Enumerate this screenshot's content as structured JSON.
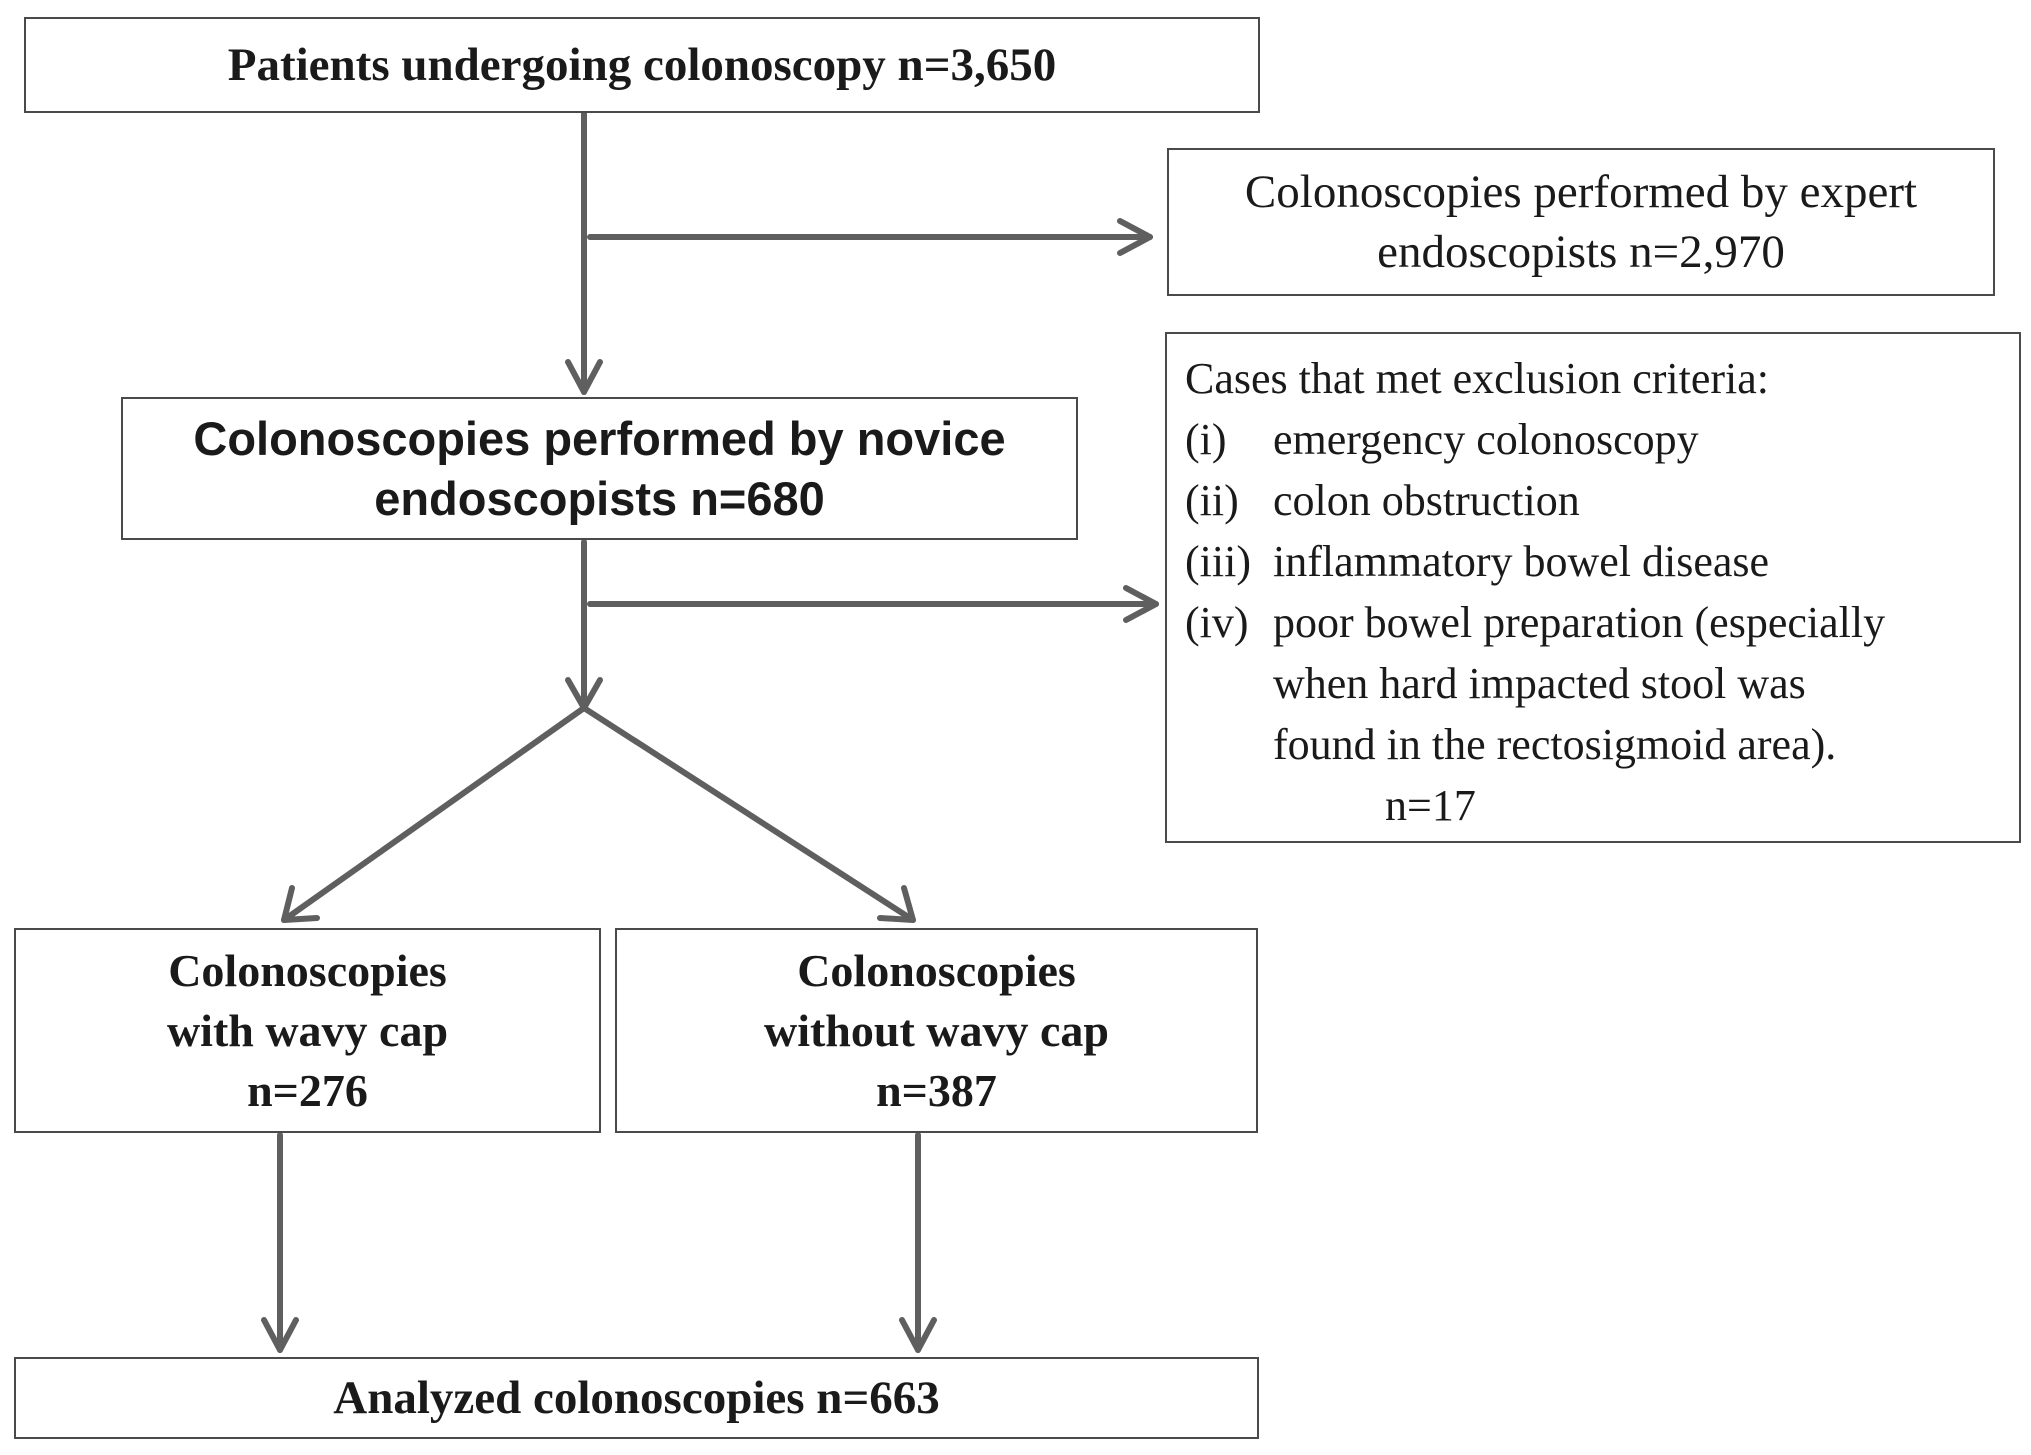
{
  "patients": {
    "text": "Patients undergoing colonoscopy n=3,650"
  },
  "expert": {
    "line1": "Colonoscopies performed by expert",
    "line2": "endoscopists n=2,970"
  },
  "novice": {
    "line1": "Colonoscopies performed by novice",
    "line2": "endoscopists n=680"
  },
  "exclusion": {
    "header": "Cases that met exclusion criteria:",
    "criteria": [
      {
        "num": "(i)",
        "text": "emergency colonoscopy"
      },
      {
        "num": "(ii)",
        "text": "colon obstruction"
      },
      {
        "num": "(iii)",
        "text": "inflammatory bowel disease"
      },
      {
        "num": "(iv)",
        "text": "poor bowel preparation (especially"
      }
    ],
    "continuation": [
      "when hard impacted stool was",
      "found in the rectosigmoid area)."
    ],
    "n": "n=17"
  },
  "with_cap": {
    "line1": "Colonoscopies",
    "line2": "with wavy cap",
    "line3": "n=276"
  },
  "without_cap": {
    "line1": "Colonoscopies",
    "line2": "without wavy cap",
    "line3": "n=387"
  },
  "analyzed": {
    "text": "Analyzed colonoscopies n=663"
  },
  "colors": {
    "arrow": "#5f5f5f",
    "border": "#4a4a4a"
  }
}
